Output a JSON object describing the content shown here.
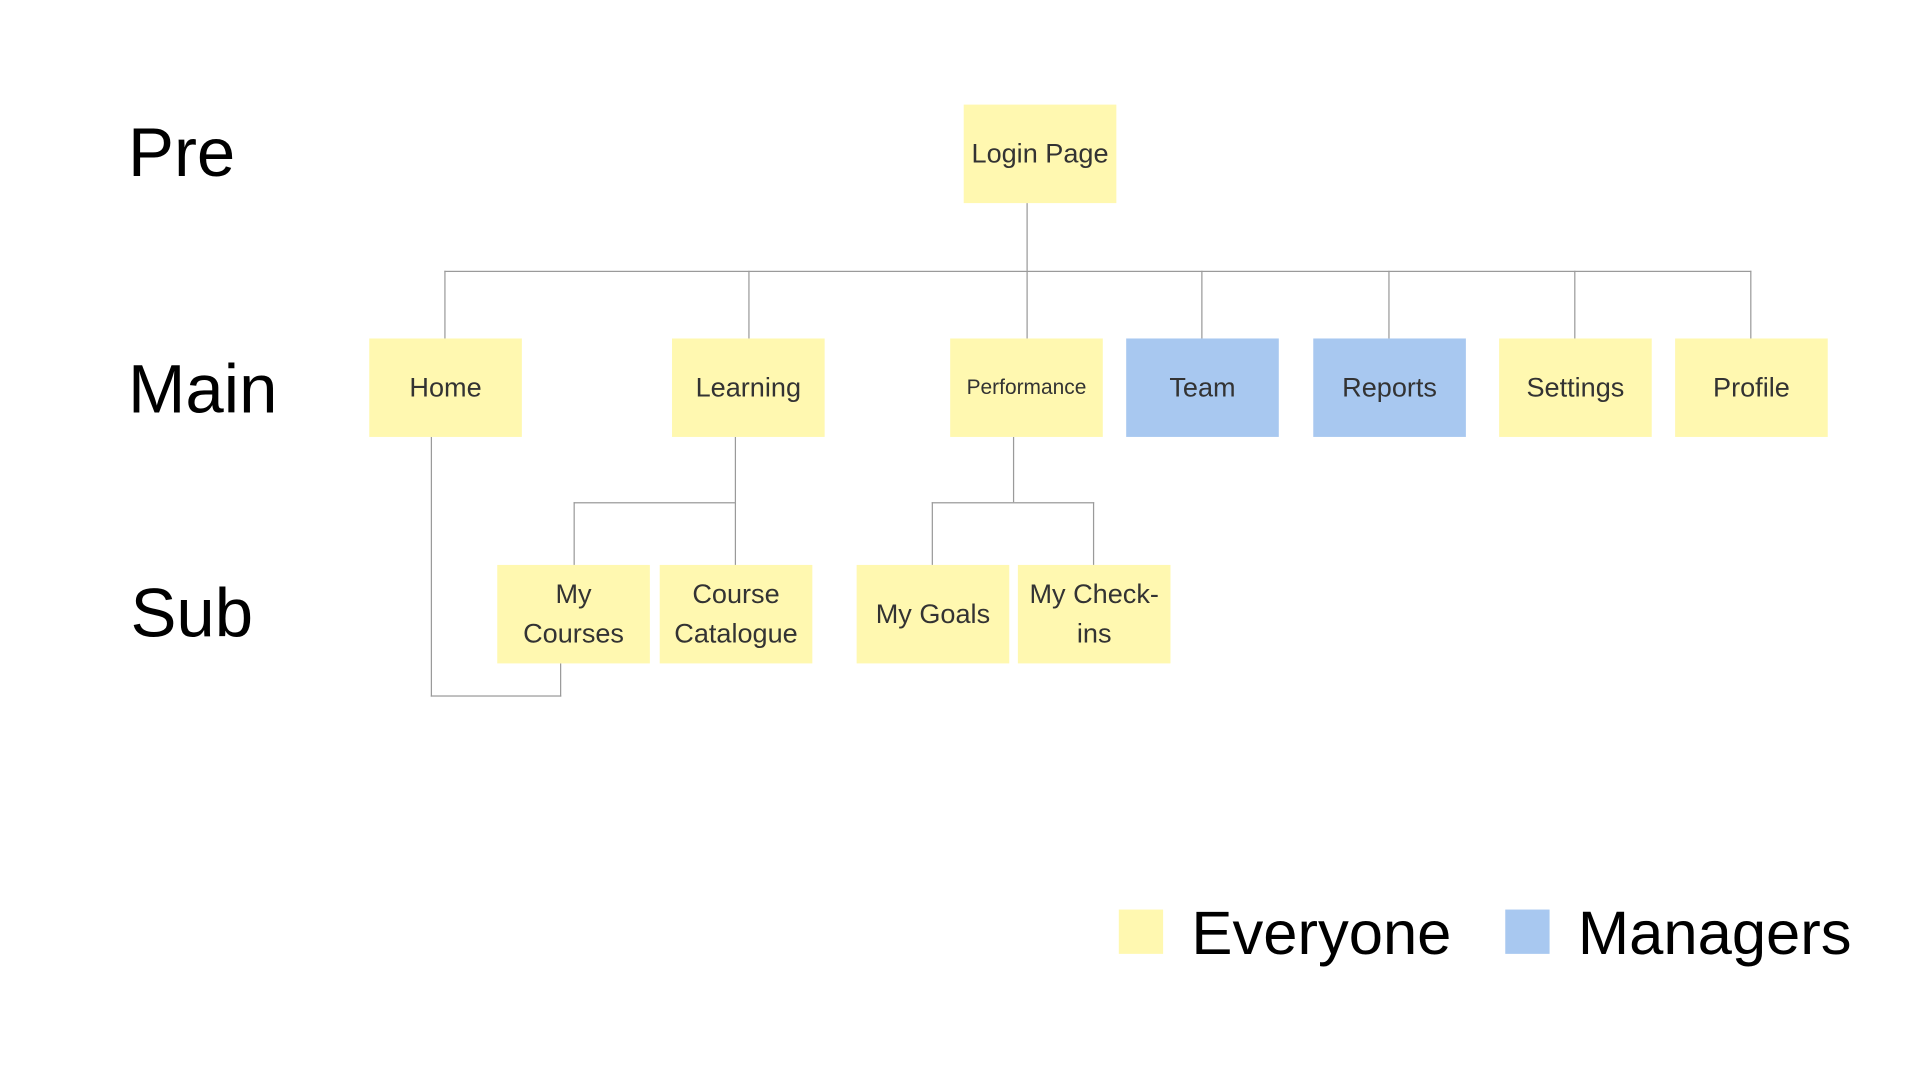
{
  "levels": {
    "pre": "Pre",
    "main": "Main",
    "sub": "Sub"
  },
  "nodes": {
    "login": "Login Page",
    "home": "Home",
    "learning": "Learning",
    "performance": "Performance",
    "team": "Team",
    "reports": "Reports",
    "settings": "Settings",
    "profile": "Profile",
    "my_courses": "My Courses",
    "course_catalogue": "Course Catalogue",
    "my_goals": "My Goals",
    "my_checkins": "My Check-ins"
  },
  "legend": {
    "everyone": "Everyone",
    "managers": "Managers",
    "everyone_color": "#fff8b0",
    "managers_color": "#a8c8f0"
  }
}
